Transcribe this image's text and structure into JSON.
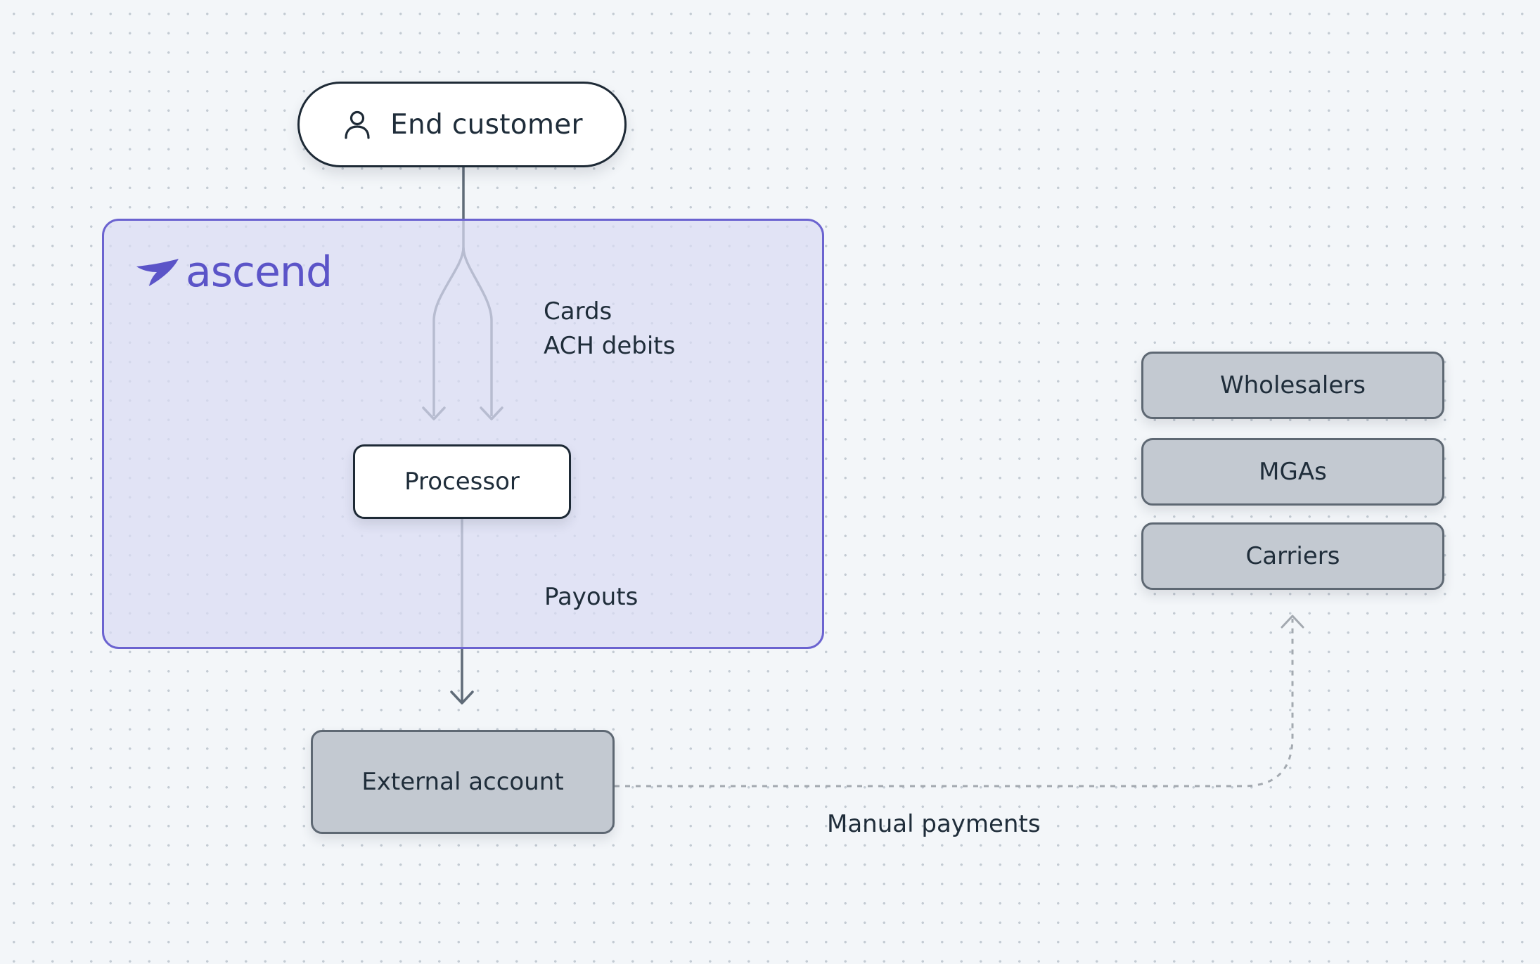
{
  "colors": {
    "background": "#f3f6f9",
    "dot_grid": "#c3cbd3",
    "platform_fill": "#dadbf3",
    "platform_border": "#6b63d0",
    "brand": "#5b54c8",
    "node_fill": "#ffffff",
    "node_border": "#1e2a36",
    "external_fill": "#c3c9d1",
    "external_border": "#5e6873",
    "connector": "#5f6b78",
    "dashed_connector": "#a3a9b0",
    "text": "#1f2d3a"
  },
  "brand": {
    "name": "ascend",
    "icon": "ascend-wing-logo"
  },
  "nodes": {
    "end_customer": {
      "label": "End customer",
      "icon": "person-icon"
    },
    "processor": {
      "label": "Processor"
    },
    "external_account": {
      "label": "External account"
    },
    "recipients": [
      {
        "label": "Wholesalers"
      },
      {
        "label": "MGAs"
      },
      {
        "label": "Carriers"
      }
    ]
  },
  "edges": {
    "inbound": {
      "labels": [
        "Cards",
        "ACH debits"
      ],
      "from": "End customer",
      "to": "Processor"
    },
    "payouts": {
      "label": "Payouts",
      "from": "Processor",
      "to": "External account"
    },
    "manual": {
      "label": "Manual payments",
      "from": "External account",
      "to": "Carriers",
      "style": "dashed"
    }
  }
}
